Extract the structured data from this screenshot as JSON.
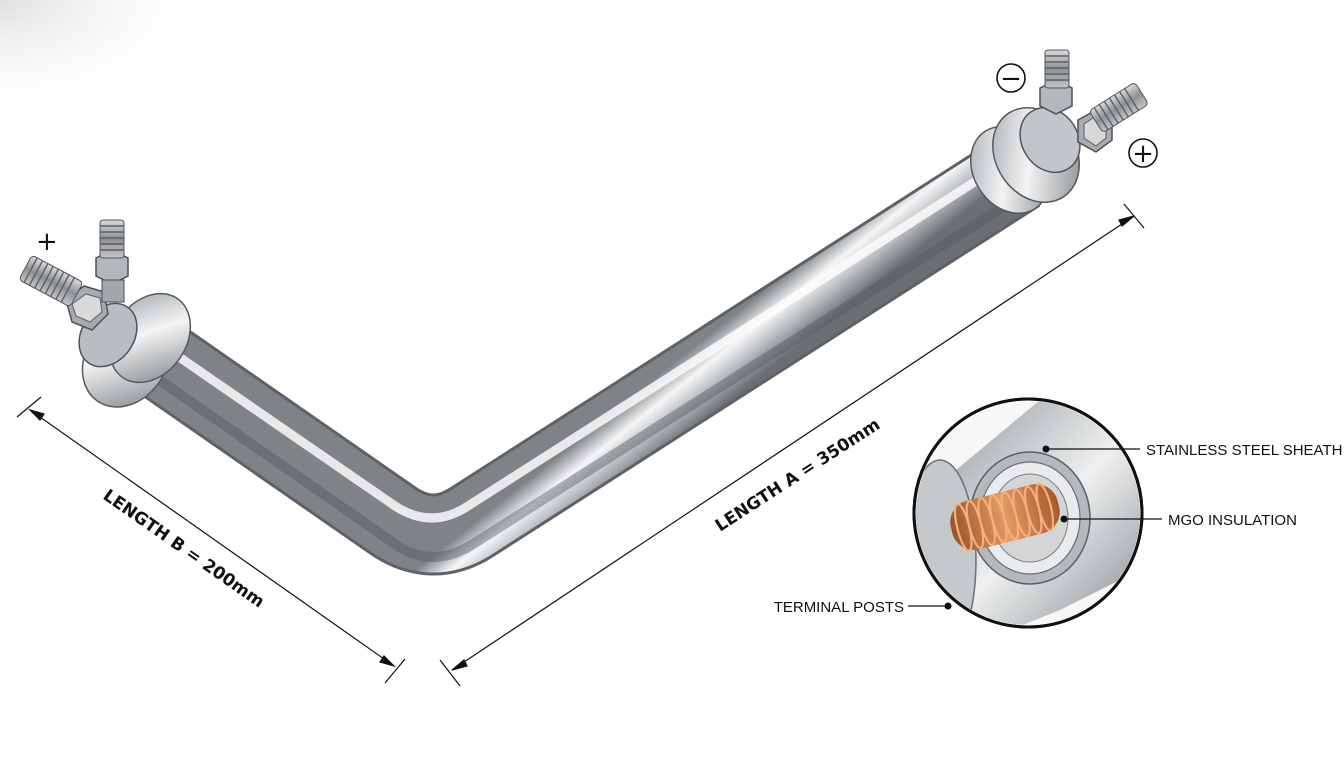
{
  "dimensions": {
    "length_a": "LENGTH A = 350mm",
    "length_b": "LENGTH B = 200mm"
  },
  "callouts": {
    "sheath": "STAINLESS STEEL SHEATH",
    "insulation": "MGO INSULATION",
    "terminal": "TERMINAL POSTS"
  },
  "polarity": {
    "left_positive": "+",
    "right_negative": "−",
    "right_positive": "+"
  },
  "colors": {
    "metal_dark": "#8a8d91",
    "metal_light": "#f4f5f6",
    "copper": "#c8753f",
    "line": "#111111"
  }
}
